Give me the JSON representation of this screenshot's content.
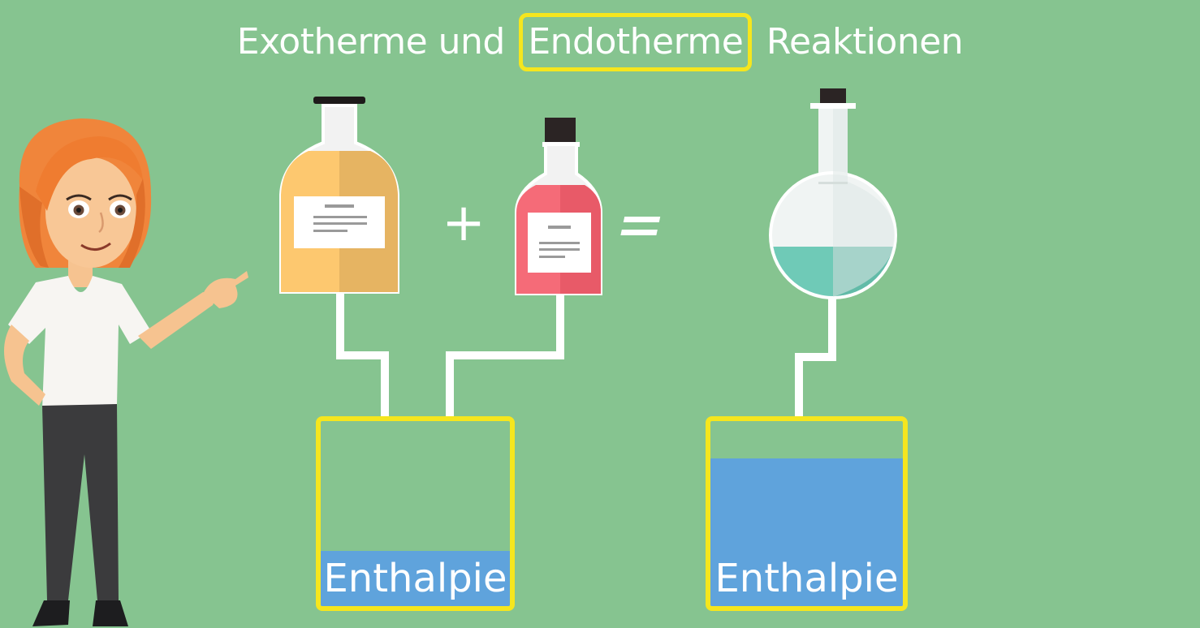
{
  "title": {
    "before": "Exotherme und",
    "highlighted": "Endotherme",
    "after": "Reaktionen"
  },
  "equation": {
    "plus": "+",
    "equals": "="
  },
  "meters": {
    "left": {
      "label": "Enthalpie",
      "level": 0.3
    },
    "right": {
      "label": "Enthalpie",
      "level": 0.8
    }
  },
  "colors": {
    "background": "#86c490",
    "highlight": "#f5e61e",
    "enthalpy_fill": "#5fa3dc",
    "bottle_orange": "#fdc86f",
    "bottle_red": "#f56b78",
    "flask_liquid": "#6fcab7"
  }
}
